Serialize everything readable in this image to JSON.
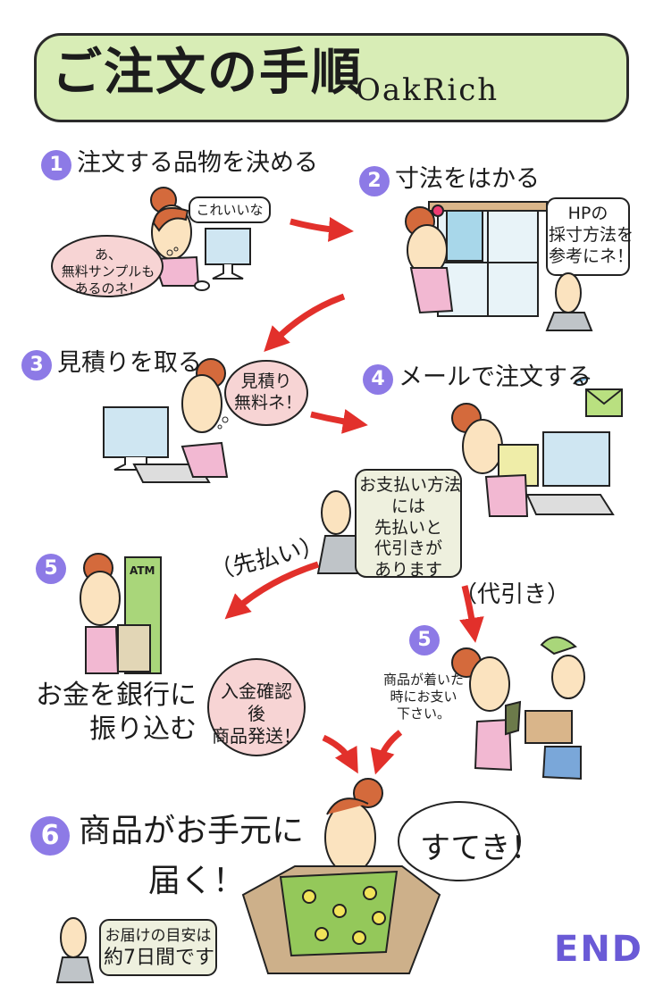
{
  "header": {
    "title": "ご注文の手順",
    "brand": "OakRich"
  },
  "steps": [
    {
      "number": "1",
      "label": "注文する品物を決める"
    },
    {
      "number": "2",
      "label": "寸法をはかる"
    },
    {
      "number": "3",
      "label": "見積りを取る"
    },
    {
      "number": "4",
      "label": "メールで注文する"
    },
    {
      "number": "5",
      "label": "お金を銀行に",
      "label2": "振り込む"
    },
    {
      "number": "5",
      "label": "商品が着いた",
      "label2": "時にお支い",
      "label3": "下さい。"
    },
    {
      "number": "6",
      "label": "商品がお手元に",
      "label2": "届く！"
    }
  ],
  "bubbles": {
    "this_one": "これいいな",
    "free_sample_1": "あ、",
    "free_sample_2": "無料サンプルも",
    "free_sample_3": "あるのネ！",
    "hp_1": "HPの",
    "hp_2": "採寸方法を",
    "hp_3": "参考にネ！",
    "estimate_1": "見積り",
    "estimate_2": "無料ネ！",
    "payment_1": "お支払い方法",
    "payment_2": "には",
    "payment_3": "先払いと",
    "payment_4": "代引きが",
    "payment_5": "あります",
    "confirm_1": "入金確認",
    "confirm_2": "後",
    "confirm_3": "商品発送！",
    "sutekí": "すてき！",
    "delivery_1": "お届けの目安は",
    "delivery_2": "約7日間です"
  },
  "labels": {
    "prepaid": "（先払い）",
    "cod": "（代引き）",
    "atm": "ATM",
    "end": "END"
  },
  "colors": {
    "header_bg": "#d8edb6",
    "badge": "#8d7ae6",
    "arrow": "#e2302b",
    "hair": "#d46a3c",
    "shirt": "#f2b8d2",
    "skin": "#fbe3bf",
    "pink_bubble": "#f7d4d4",
    "bubble_bg": "#eef0de",
    "end_text": "#6a5ad6"
  }
}
